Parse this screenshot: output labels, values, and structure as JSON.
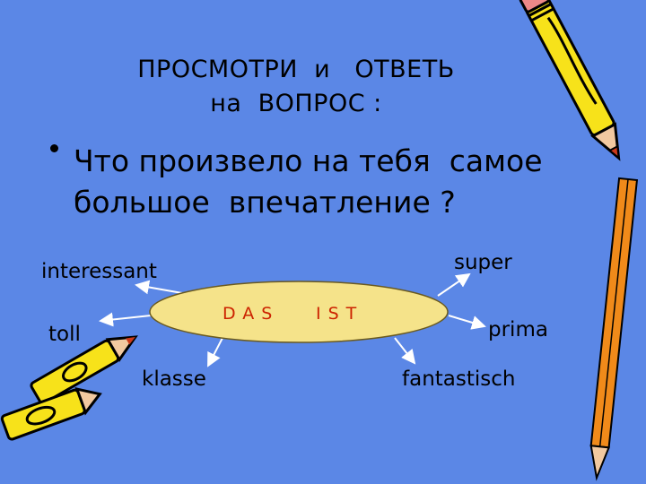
{
  "title": {
    "line1": "ПРОСМОТРИ  и   ОТВЕТЬ",
    "line2": "на  ВОПРОС :"
  },
  "question": "Что произвело на тебя  самое\nбольшое  впечатление ?",
  "center": {
    "left": "DAS",
    "right": "IST"
  },
  "words": {
    "interessant": "interessant",
    "super": "super",
    "toll": "toll",
    "prima": "prima",
    "klasse": "klasse",
    "fantastisch": "fantastisch"
  },
  "colors": {
    "background": "#5b87e6",
    "ellipse": "#f5e38a",
    "center_text": "#cc2200",
    "pencil_body": "#f7e21a",
    "pencil_tip": "#cc3a1a"
  },
  "icons": [
    "pencil-icon",
    "pencil-icon",
    "pencil-icon"
  ]
}
